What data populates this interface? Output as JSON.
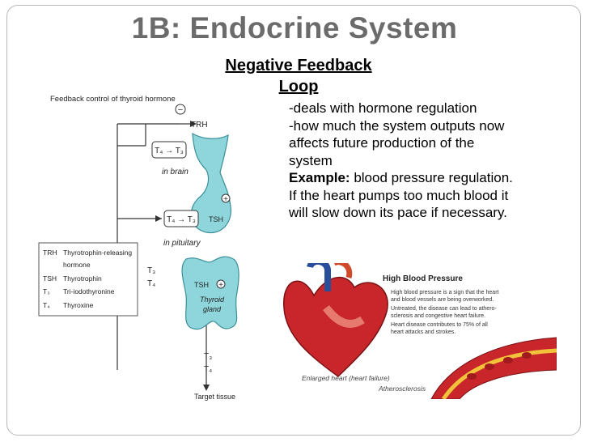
{
  "slide": {
    "title": "1B: Endocrine System",
    "subtitle_line1": "Negative Feedback",
    "subtitle_line2": "Loop",
    "body": [
      "-deals with hormone regulation",
      "-how much the system outputs now affects future production of the system"
    ],
    "example_label": "Example:",
    "example_text": " blood pressure regulation. If the heart pumps too much blood it will slow down its pace if necessary."
  },
  "thyroid_diagram": {
    "caption": "Feedback control of thyroid hormone",
    "trh": "TRH",
    "tsh": "TSH",
    "t4_to_t3_brain": "T₄ → T₃",
    "t4_to_t3_pituitary": "T₄ → T₃",
    "in_brain": "in brain",
    "in_pituitary": "in pituitary",
    "minus_sign": "−",
    "plus_sign": "+",
    "t3": "T₃",
    "t4": "T₄",
    "thyroid_gland_line1": "Thyroid",
    "thyroid_gland_line2": "gland",
    "target_tissue": "Target tissue",
    "legend": [
      {
        "abbr": "TRH",
        "desc": "Thyrotrophin-releasing"
      },
      {
        "abbr": "",
        "desc": "hormone"
      },
      {
        "abbr": "TSH",
        "desc": "Thyrotrophin"
      },
      {
        "abbr": "T₃",
        "desc": "Tri-iodothyronine"
      },
      {
        "abbr": "T₄",
        "desc": "Thyroxine"
      }
    ]
  },
  "heart_illustration": {
    "heading": "High Blood Pressure",
    "bullets": [
      "High blood pressure is a sign that the heart",
      "and blood vessels are being overworked.",
      "Untreated, the disease can lead to athero-",
      "sclerosis and congestive heart failure.",
      "Heart disease contributes to 75% of all",
      "heart attacks and strokes."
    ],
    "enlarged_heart_label": "Enlarged heart (heart failure)",
    "atherosclerosis_label": "Atherosclerosis"
  },
  "colors": {
    "title": "#6b6b6b",
    "gland": "#8fd6dc",
    "gland_stroke": "#3a8f98",
    "heart": "#c8262a"
  }
}
